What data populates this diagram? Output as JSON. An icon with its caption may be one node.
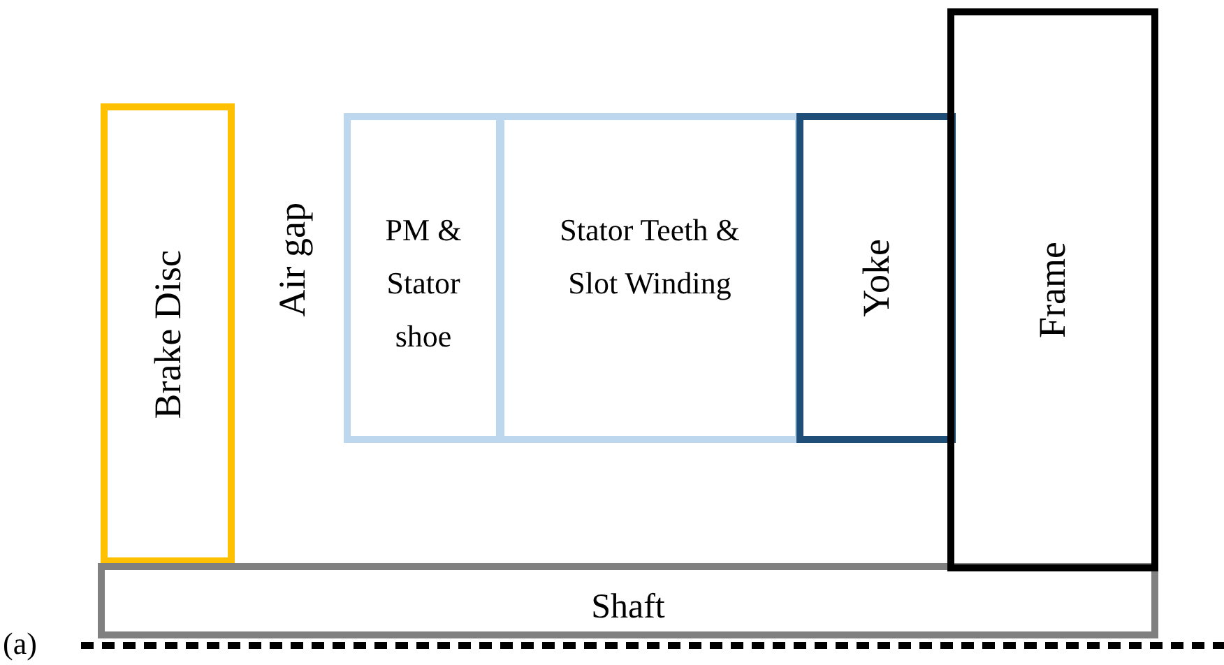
{
  "diagram": {
    "nodes": [
      {
        "text": [
          "Brake Disc"
        ]
      },
      {
        "text": [
          "PM & Stator shoe"
        ]
      },
      {
        "text": [
          "Stator Teeth & Slot Winding"
        ]
      },
      {
        "text": [
          "Yoke"
        ]
      },
      {
        "text": [
          "Frame"
        ]
      },
      {
        "text": [
          "Shaft"
        ]
      }
    ],
    "labels": [
      "Air gap",
      "(a)"
    ]
  }
}
